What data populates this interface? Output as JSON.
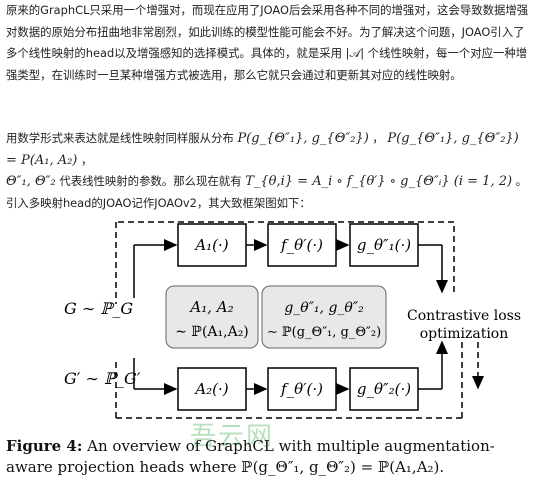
{
  "paragraph1": "原来的GraphCL只采用一个增强对，而现在应用了JOAO后会采用各种不同的增强对，这会导致数据增强对数据的原始分布扭曲地非常剧烈，如此训练的模型性能可能会不好。为了解决这个问题，JOAO引入了多个线性映射的head以及增强感知的选择模式。具体的，就是采用 |𝒜| 个线性映射，每一个对应一种增强类型，在训练时一旦某种增强方式被选用，那么它就只会通过和更新其对应的线性映射。",
  "paragraph2": {
    "line1_prefix": "用数学形式来表达就是线性映射同样服从分布 ",
    "formula1": "P(g_{Θ″₁}, g_{Θ″₂})",
    "sep": " ， ",
    "formula2": "P(g_{Θ″₁}, g_{Θ″₂}) = P(A₁, A₂)",
    "line2_params": "Θ″₁, Θ″₂",
    "line2_text": " 代表线性映射的参数。那么现在就有 ",
    "formula3": "T_{θ,i} = A_i ∘ f_{θ′} ∘ g_{Θ″ᵢ} (i = 1, 2)",
    "line2_suffix": " 。引入多映射head的JOAO记作JOAOv2，其大致框架图如下："
  },
  "diagram": {
    "input_top": "G ∼ ℙ_G",
    "input_bottom": "G′ ∼ ℙ_G′",
    "box_a1": "A₁(·)",
    "box_f_top": "f_θ′(·)",
    "box_g1": "g_θ″₁(·)",
    "box_a2": "A₂(·)",
    "box_f_bottom": "f_θ′(·)",
    "box_g2": "g_θ″₂(·)",
    "panel_left_line1": "A₁, A₂",
    "panel_left_line2": "∼ ℙ(A₁,A₂)",
    "panel_right_line1": "g_θ″₁, g_θ″₂",
    "panel_right_line2": "∼ ℙ(g_Θ″₁, g_Θ″₂)",
    "output_line1": "Contrastive loss",
    "output_line2": "optimization"
  },
  "caption": {
    "label": "Figure 4:",
    "text": " An overview of GraphCL with multiple augmentation-aware projection heads where ℙ(g_Θ″₁, g_Θ″₂) = ℙ(A₁,A₂)."
  },
  "watermark": "吾云网"
}
